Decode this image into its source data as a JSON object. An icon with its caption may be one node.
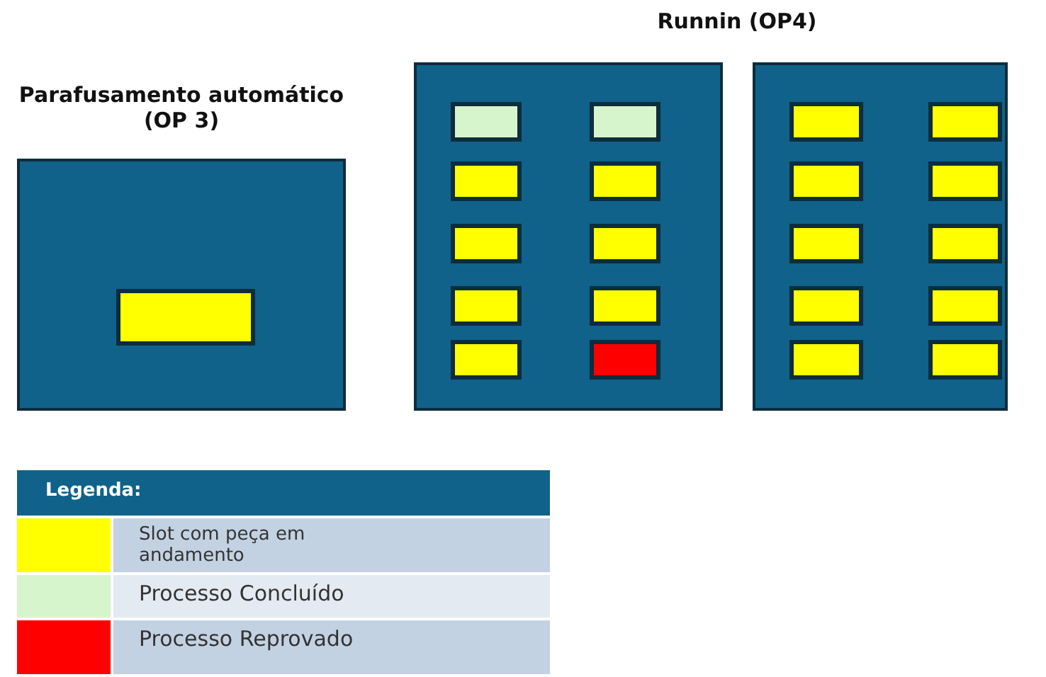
{
  "diagram": {
    "nodes": [
      {
        "text": [
          "Parafusamento automático (OP 3)"
        ]
      },
      {
        "text": [],
        "shape": "box",
        "in": 0
      },
      {
        "text": [],
        "shape": "box"
      },
      {
        "text": [],
        "shape": "box",
        "in": 2
      },
      {
        "text": [],
        "shape": "box",
        "in": 2
      },
      {
        "text": [],
        "shape": "box",
        "in": 2
      },
      {
        "text": [],
        "shape": "box",
        "in": 2
      },
      {
        "text": [],
        "shape": "box",
        "in": 2
      },
      {
        "text": [],
        "shape": "box",
        "in": 2
      },
      {
        "text": [],
        "shape": "box",
        "in": 2
      },
      {
        "text": [],
        "shape": "box",
        "in": 2
      },
      {
        "text": [],
        "shape": "box",
        "in": 2
      },
      {
        "text": [],
        "shape": "box",
        "in": 2
      },
      {
        "text": [],
        "shape": "box"
      },
      {
        "text": [],
        "shape": "box",
        "in": 13
      },
      {
        "text": [],
        "shape": "box",
        "in": 13
      },
      {
        "text": [],
        "shape": "box",
        "in": 13
      },
      {
        "text": [],
        "shape": "box",
        "in": 13
      },
      {
        "text": [],
        "shape": "box",
        "in": 13
      },
      {
        "text": [],
        "shape": "box",
        "in": 13
      },
      {
        "text": [],
        "shape": "box",
        "in": 13
      },
      {
        "text": [],
        "shape": "box",
        "in": 13
      },
      {
        "text": [],
        "shape": "box",
        "in": 13
      },
      {
        "text": [],
        "shape": "box",
        "in": 13
      }
    ],
    "edges": [],
    "labels": [
      "Runnin (OP4)",
      "Legenda:"
    ],
    "legend": [
      {
        "text": "Slot com peça em andamento",
        "color": "#ffff00"
      },
      {
        "text": "Processo Concluído",
        "color": "#d6f5cc"
      },
      {
        "text": "Processo Reprovado",
        "color": "#ff0000"
      }
    ]
  }
}
